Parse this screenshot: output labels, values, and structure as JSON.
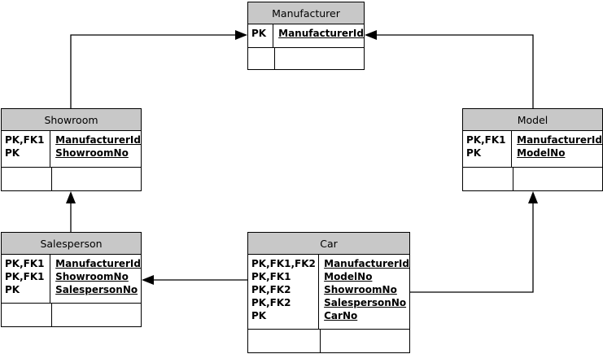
{
  "entities": {
    "manufacturer": {
      "title": "Manufacturer",
      "keys": [
        "PK"
      ],
      "fields": [
        "ManufacturerId"
      ]
    },
    "showroom": {
      "title": "Showroom",
      "keys": [
        "PK,FK1",
        "PK"
      ],
      "fields": [
        "ManufacturerId",
        "ShowroomNo"
      ]
    },
    "model": {
      "title": "Model",
      "keys": [
        "PK,FK1",
        "PK"
      ],
      "fields": [
        "ManufacturerId",
        "ModelNo"
      ]
    },
    "salesperson": {
      "title": "Salesperson",
      "keys": [
        "PK,FK1",
        "PK,FK1",
        "PK"
      ],
      "fields": [
        "ManufacturerId",
        "ShowroomNo",
        "SalespersonNo"
      ]
    },
    "car": {
      "title": "Car",
      "keys": [
        "PK,FK1,FK2",
        "PK,FK1",
        "PK,FK2",
        "PK,FK2",
        "PK"
      ],
      "fields": [
        "ManufacturerId",
        "ModelNo",
        "ShowroomNo",
        "SalespersonNo",
        "CarNo"
      ]
    }
  },
  "relationships": [
    {
      "from": "showroom",
      "to": "manufacturer"
    },
    {
      "from": "model",
      "to": "manufacturer"
    },
    {
      "from": "salesperson",
      "to": "showroom"
    },
    {
      "from": "car",
      "to": "salesperson"
    },
    {
      "from": "car",
      "to": "model"
    }
  ],
  "colors": {
    "header_fill": "#c8c8c8",
    "line": "#000000"
  }
}
